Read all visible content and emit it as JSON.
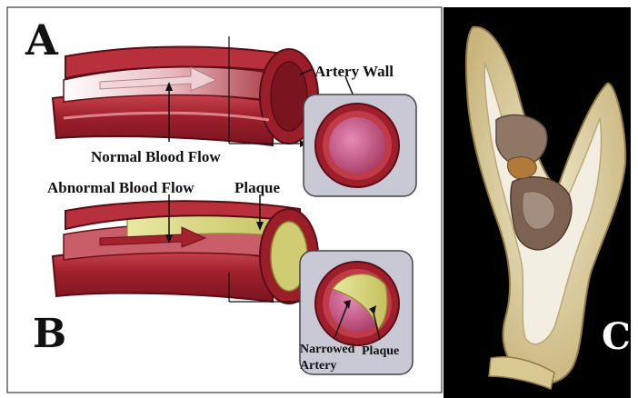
{
  "panels": {
    "a": {
      "letter": "A",
      "labels": {
        "artery_wall": "Artery Wall",
        "normal_flow": "Normal Blood Flow"
      }
    },
    "b": {
      "letter": "B",
      "labels": {
        "abnormal_flow": "Abnormal Blood Flow",
        "plaque_top": "Plaque",
        "narrowed_line1": "Narrowed",
        "narrowed_line2": "Artery",
        "plaque_cross": "Plaque"
      }
    },
    "c": {
      "letter": "C"
    }
  },
  "colors": {
    "artery_dark": "#8e1a25",
    "artery_mid": "#b3313c",
    "artery_light": "#d9838a",
    "lumen": "#b8506d",
    "plaque": "#d9d77a",
    "inset_bg": "#c9c9d6",
    "photo_bg": "#000000",
    "specimen": "#d9cfa6"
  }
}
